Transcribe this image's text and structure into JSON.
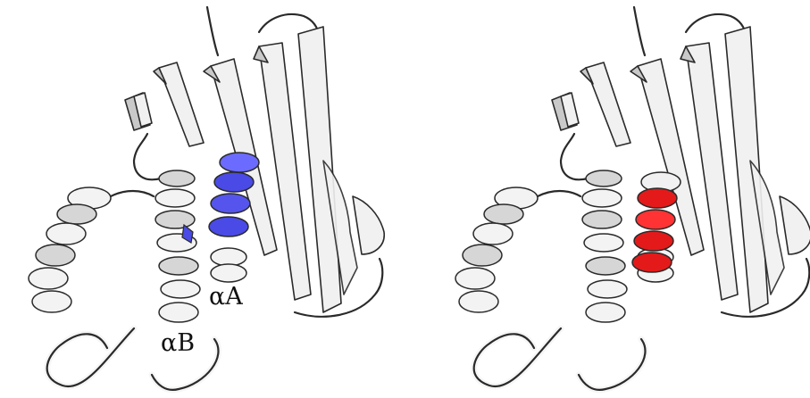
{
  "labels": {
    "alpha_a": "αA",
    "alpha_b": "αB"
  },
  "highlight_colors": {
    "left_panel": "#4a4ae6",
    "right_panel": "#e41a1a"
  },
  "panels": [
    {
      "name": "left",
      "highlighted_helix": "αA",
      "helix_color": "#4a4ae6",
      "labels_shown": true
    },
    {
      "name": "right",
      "highlighted_helix": "αA",
      "helix_color": "#e41a1a",
      "labels_shown": false
    }
  ]
}
